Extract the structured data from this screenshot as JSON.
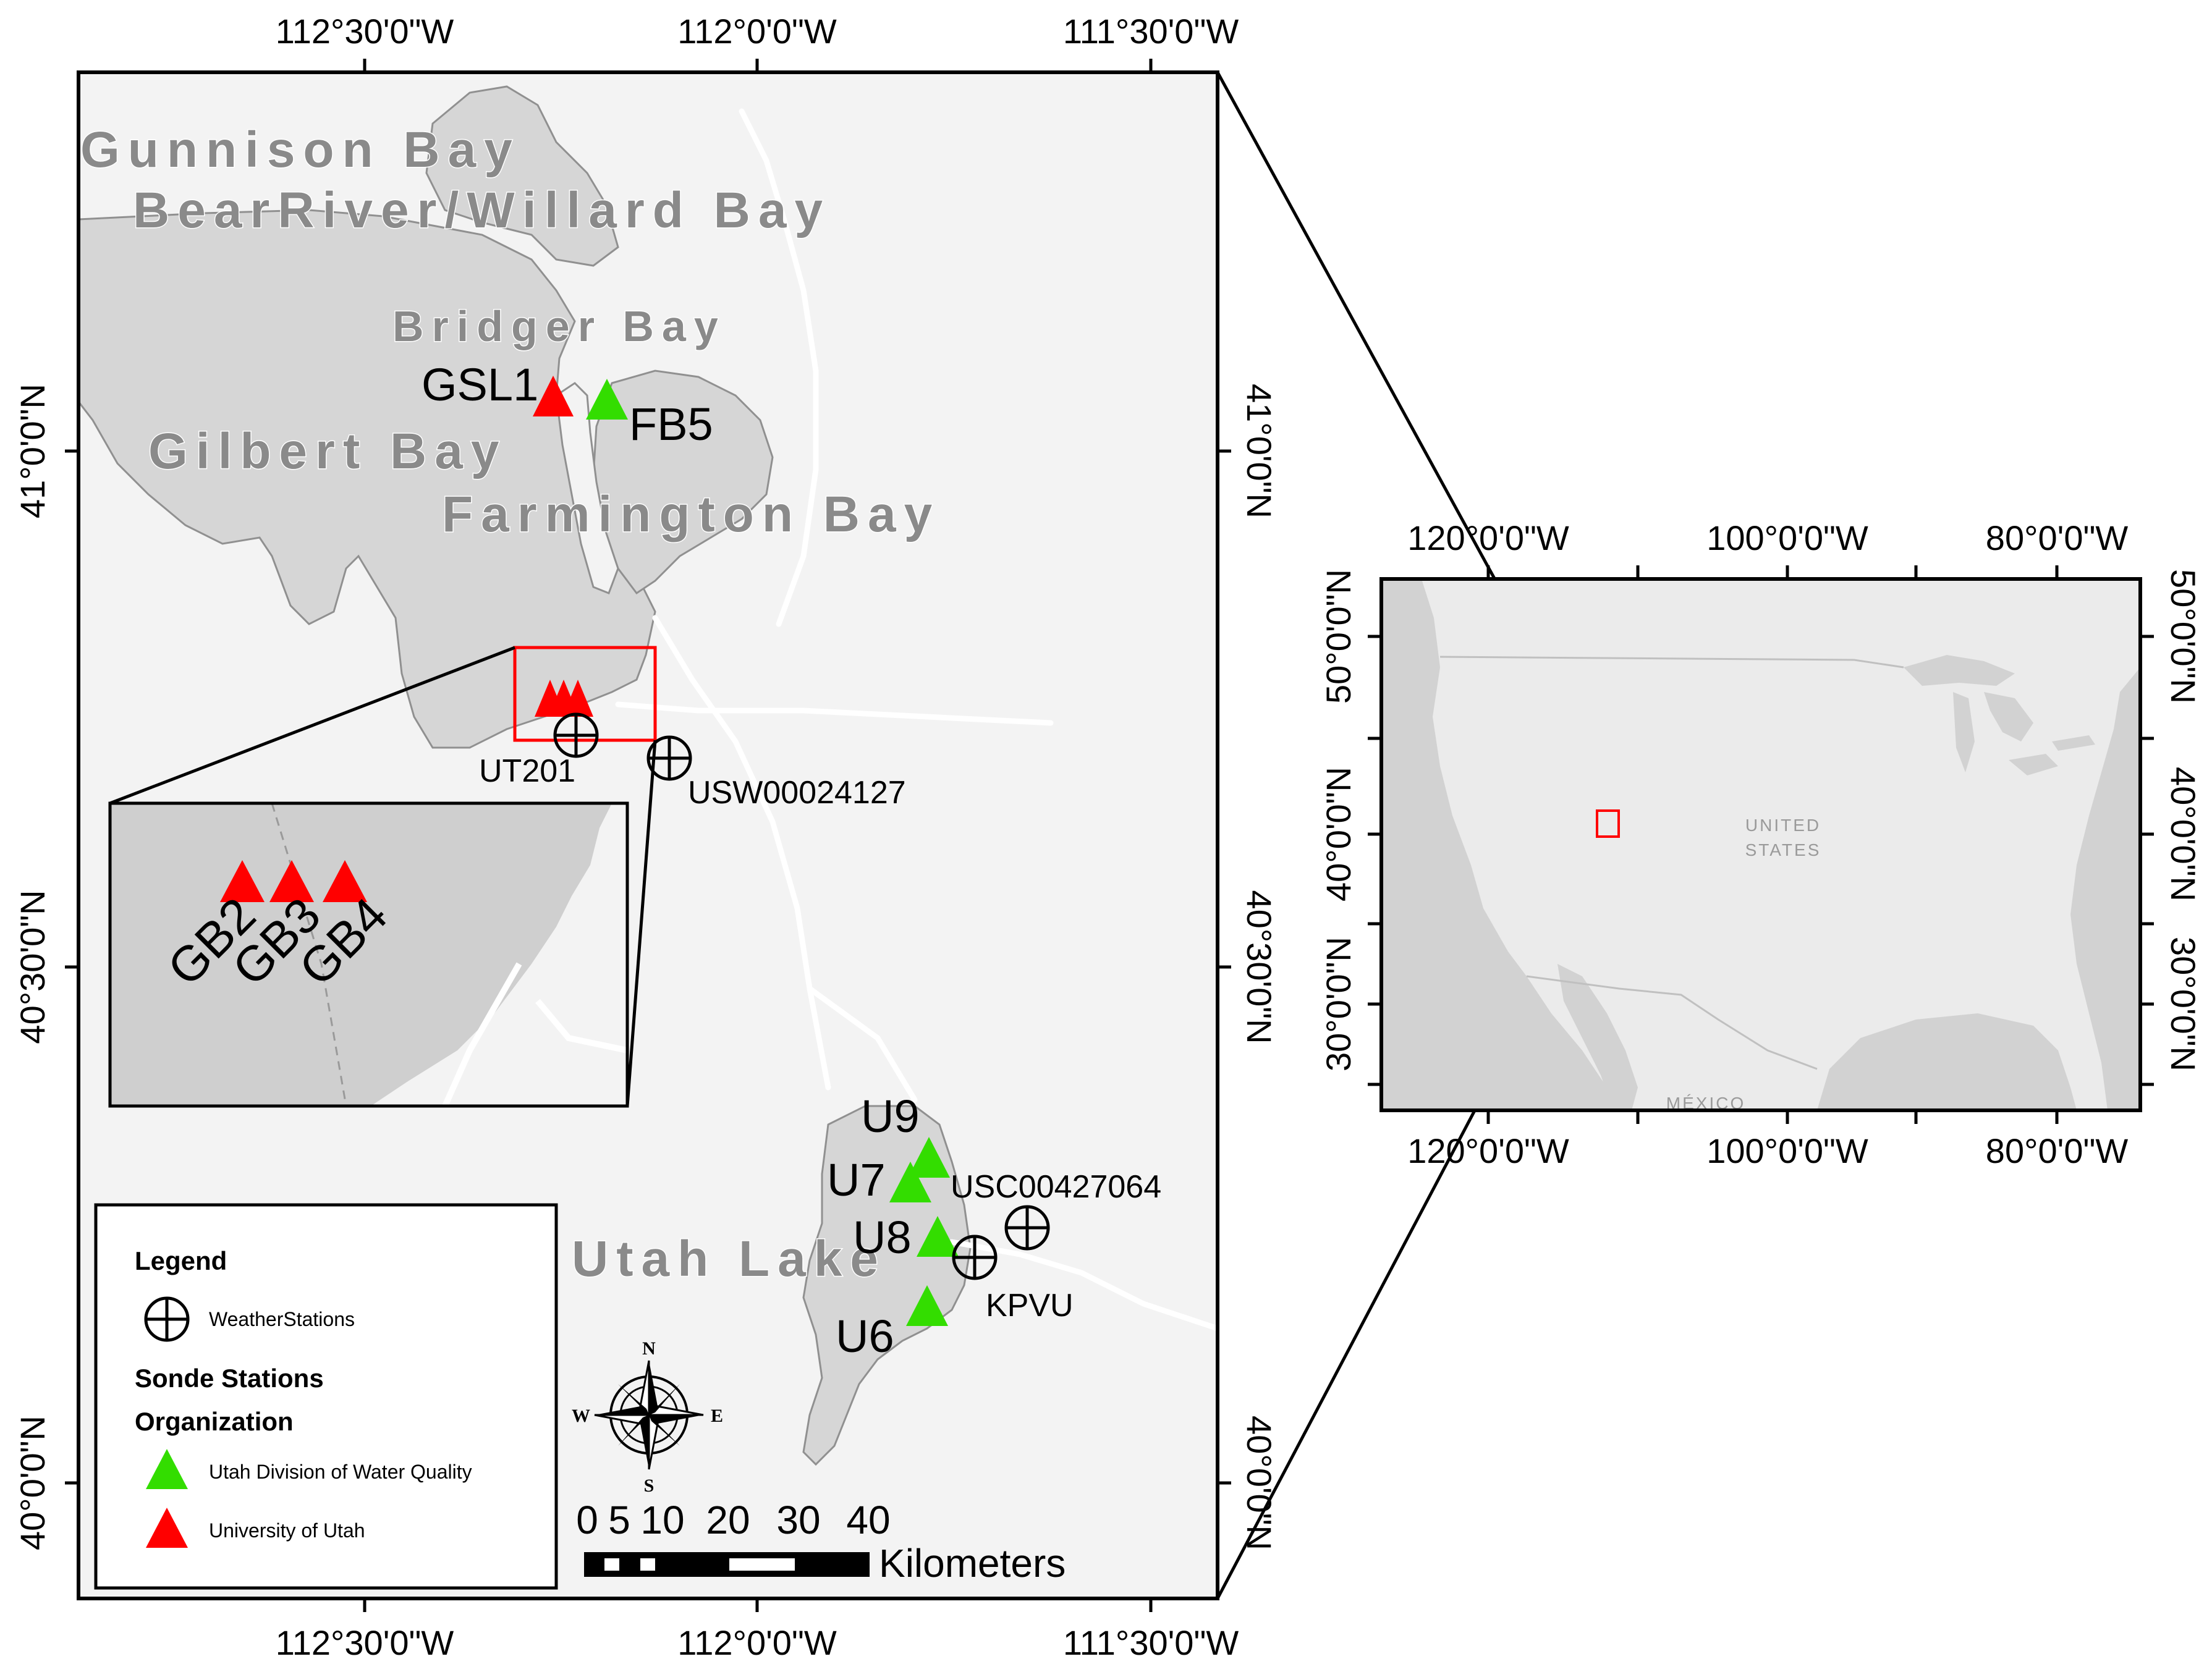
{
  "main_map": {
    "lon_labels": [
      "112°30'0\"W",
      "112°0'0\"W",
      "111°30'0\"W"
    ],
    "lat_labels": [
      "41°0'0\"N",
      "40°30'0\"N",
      "40°0'0\"N"
    ],
    "water_bodies": [
      "Gunnison Bay",
      "BearRiver/Willard Bay",
      "Bridger Bay",
      "Gilbert Bay",
      "Farmington Bay",
      "Utah Lake"
    ],
    "stations": {
      "university_of_utah": [
        "GSL1",
        "GB2",
        "GB3",
        "GB4"
      ],
      "utah_dwq": [
        "FB5",
        "U9",
        "U7",
        "U8",
        "U6"
      ]
    },
    "weather_stations": [
      "UT201",
      "USW00024127",
      "USC00427064",
      "KPVU"
    ],
    "inset_labels": [
      "GB2",
      "GB3",
      "GB4"
    ]
  },
  "legend": {
    "title": "Legend",
    "weather_label": "WeatherStations",
    "sonde_title": "Sonde Stations",
    "org_title": "Organization",
    "dwq_label": "Utah Division of Water Quality",
    "uofu_label": "University of Utah"
  },
  "scale_bar": {
    "ticks": [
      "0",
      "5",
      "10",
      "20",
      "30",
      "40"
    ],
    "unit": "Kilometers"
  },
  "compass": {
    "n": "N",
    "s": "S",
    "e": "E",
    "w": "W"
  },
  "overview_map": {
    "lon_labels": [
      "120°0'0\"W",
      "100°0'0\"W",
      "80°0'0\"W"
    ],
    "lat_labels": [
      "30°0'0\"N",
      "40°0'0\"N",
      "50°0'0\"N"
    ],
    "country_label_1": "UNITED",
    "country_label_2": "STATES",
    "mexico_label": "MÉXICO"
  },
  "colors": {
    "university_of_utah": "#ff0000",
    "utah_dwq": "#33dd00",
    "extent_box": "#ff0000",
    "water": "#d6d6d6",
    "land": "#f3f3f3"
  }
}
